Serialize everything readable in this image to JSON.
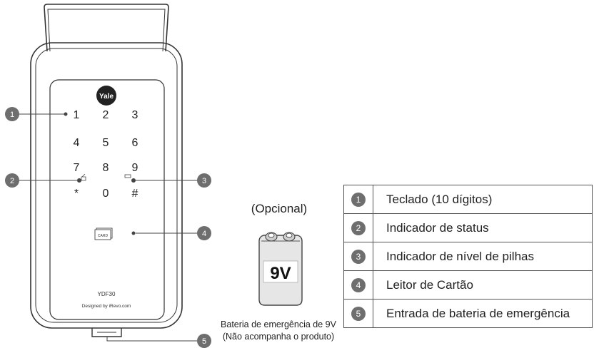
{
  "device": {
    "brand": "Yale",
    "model": "YDF30",
    "credit": "Designed by iRevo.com",
    "card_text": "CARD",
    "keys": [
      "1",
      "2",
      "3",
      "4",
      "5",
      "6",
      "7",
      "8",
      "9",
      "*",
      "0",
      "#"
    ]
  },
  "callouts": [
    "1",
    "2",
    "3",
    "4",
    "5"
  ],
  "battery": {
    "optional_label": "(Opcional)",
    "face_text": "9V",
    "caption_line1": "Bateria de emergência de 9V",
    "caption_line2": "(Não acompanha o produto)"
  },
  "legend": [
    {
      "num": "1",
      "label": "Teclado (10 dígitos)"
    },
    {
      "num": "2",
      "label": "Indicador de status"
    },
    {
      "num": "3",
      "label": "Indicador de nível de pilhas"
    },
    {
      "num": "4",
      "label": "Leitor de Cartão"
    },
    {
      "num": "5",
      "label": "Entrada de bateria de emergência"
    }
  ],
  "colors": {
    "badge": "#6e6e6e",
    "outline": "#333333",
    "battery_body": "#e4e4e4"
  }
}
